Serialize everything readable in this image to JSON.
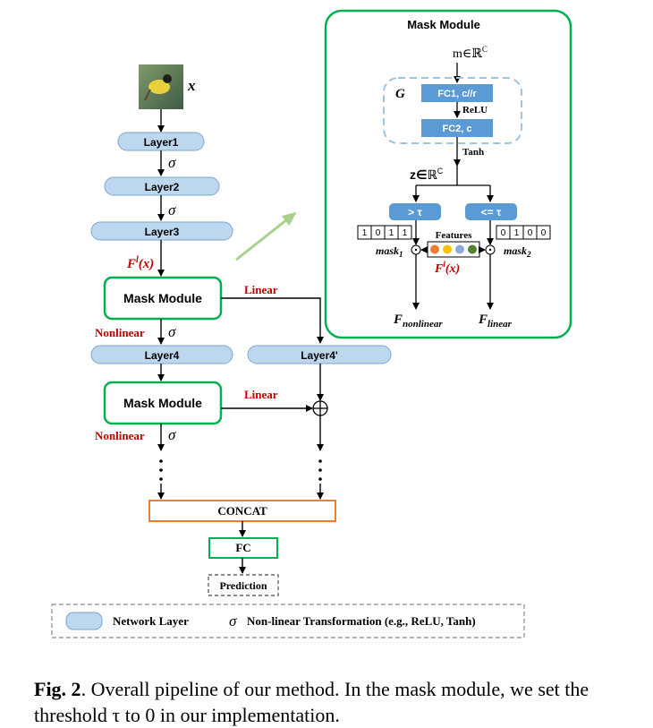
{
  "input": {
    "var": "x"
  },
  "layers": {
    "layer1": "Layer1",
    "layer2": "Layer2",
    "layer3": "Layer3",
    "layer4": "Layer4",
    "layer4p": "Layer4'"
  },
  "sigma": "σ",
  "feature_label": {
    "base": "F",
    "sup": "l",
    "arg": "(x)"
  },
  "mask_module_label": "Mask Module",
  "branch": {
    "linear": "Linear",
    "nonlinear": "Nonlinear"
  },
  "concat": "CONCAT",
  "fc": "FC",
  "prediction": "Prediction",
  "legend": {
    "network_layer": "Network Layer",
    "nonlinear_text": "Non-linear Transformation (e.g., ReLU, Tanh)"
  },
  "inset": {
    "title": "Mask Module",
    "m_input": "m∈ℝ",
    "c": "C",
    "g": "G",
    "fc1": "FC1,  c//r",
    "relu": "ReLU",
    "fc2": "FC2,  c",
    "tanh": "Tanh",
    "z": "z∈ℝ",
    "gt": "> τ",
    "le": "<= τ",
    "mask_left_bits": [
      "1",
      "0",
      "1",
      "1"
    ],
    "mask_right_bits": [
      "0",
      "1",
      "0",
      "0"
    ],
    "features": "Features",
    "mask1": "mask",
    "mask1_sub": "1",
    "mask2": "mask",
    "mask2_sub": "2",
    "feature_dots": [
      "#ed7d31",
      "#ffc000",
      "#8faadc",
      "#548235"
    ],
    "f_nonlinear": "F",
    "f_nonlinear_sub": "nonlinear",
    "f_linear": "F",
    "f_linear_sub": "linear"
  },
  "caption": {
    "label": "Fig. 2",
    "text": ". Overall pipeline of our method. In the mask module, we set the threshold τ to 0 in our implementation."
  }
}
